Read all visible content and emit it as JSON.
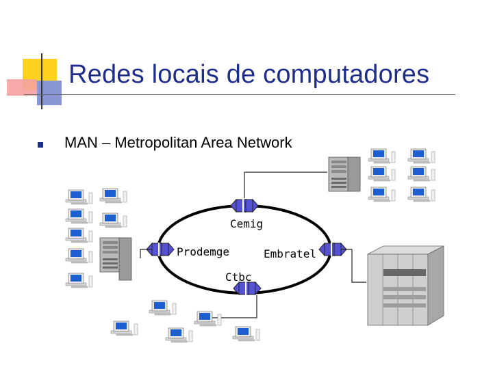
{
  "slide": {
    "title": "Redes locais de computadores",
    "bullet": "MAN – Metropolitan Area Network"
  },
  "diagram": {
    "nodes": {
      "cemig": "Cemig",
      "prodemge": "Prodemge",
      "embratel": "Embratel",
      "ctbc": "Ctbc"
    }
  },
  "colors": {
    "title": "#1f2d8a",
    "ring": "#000000",
    "connector": "#4b49c8",
    "deco_yellow": "#ffd21f",
    "deco_red": "#f24a4a",
    "deco_blue": "#4a56c8"
  }
}
